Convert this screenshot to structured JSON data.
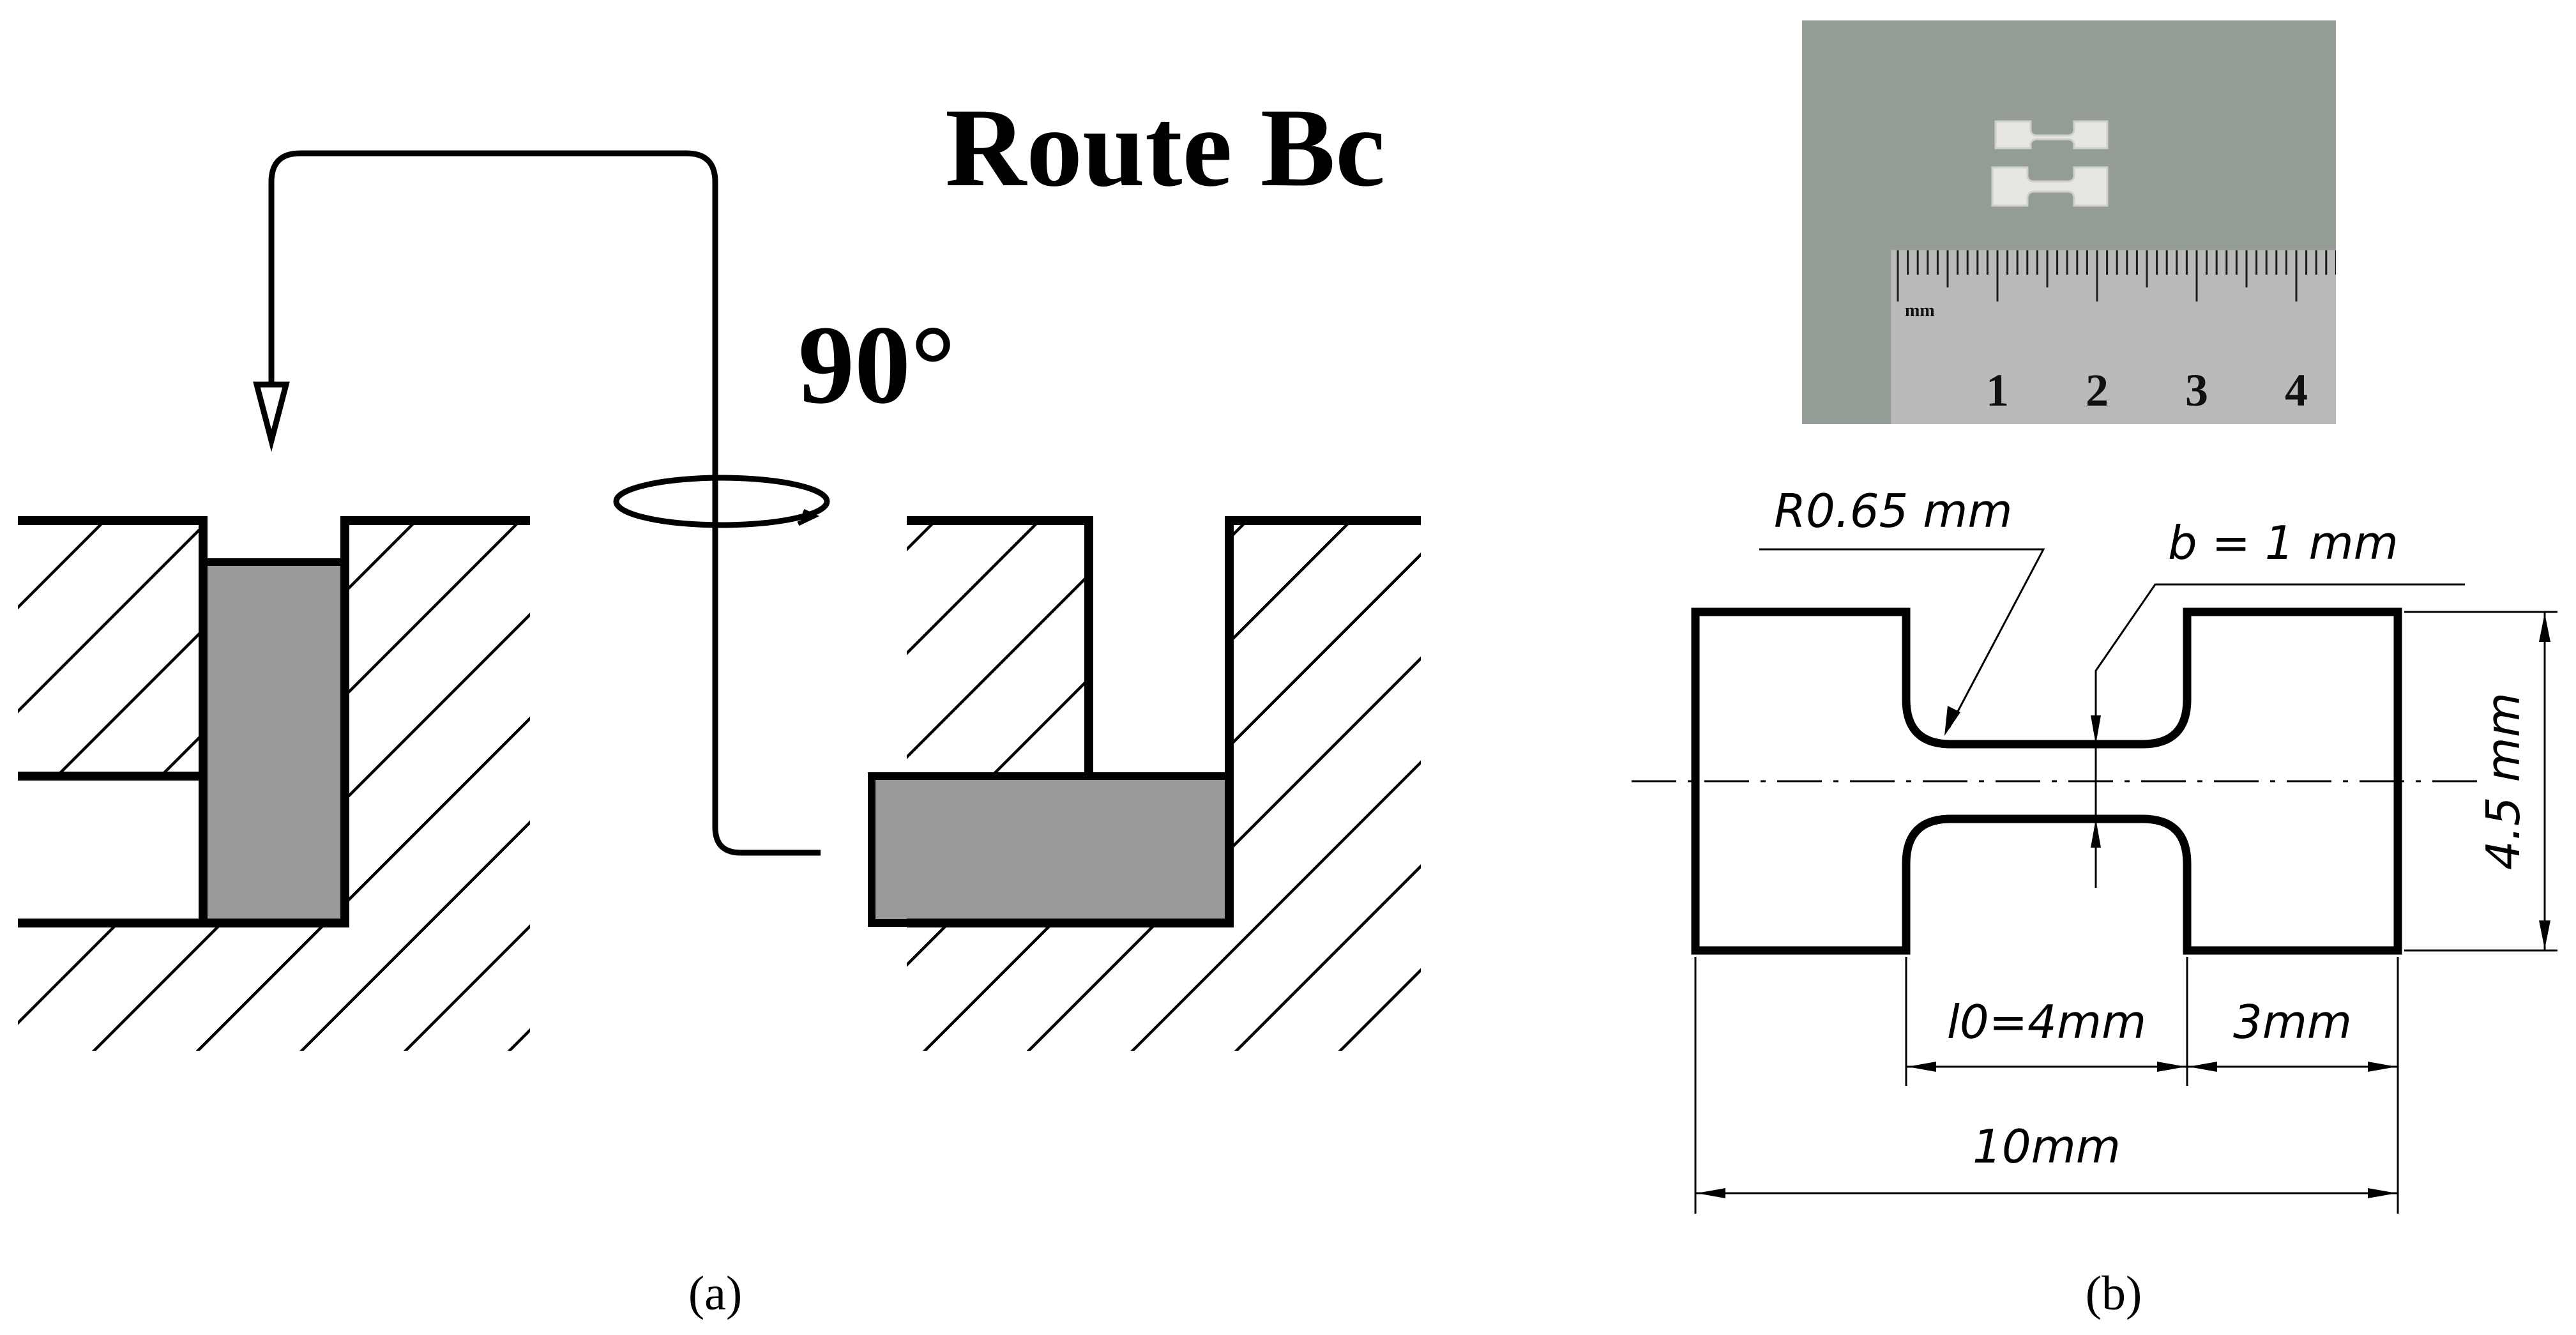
{
  "panel_a": {
    "title": "Route Bc",
    "angle_label": "90°",
    "caption": "(a)",
    "colors": {
      "sample_fill": "#999999",
      "line": "#000000"
    }
  },
  "panel_b": {
    "caption": "(b)",
    "photo": {
      "ruler_unit": "mm",
      "ruler_numbers": [
        "1",
        "2",
        "3",
        "4"
      ]
    },
    "drawing": {
      "radius_label": "R0.65 mm",
      "gauge_width_label": "b = 1 mm",
      "height_label": "4.5 mm",
      "gauge_length_label": "l0=4mm",
      "grip_length_label": "3mm",
      "total_length_label": "10mm"
    }
  }
}
